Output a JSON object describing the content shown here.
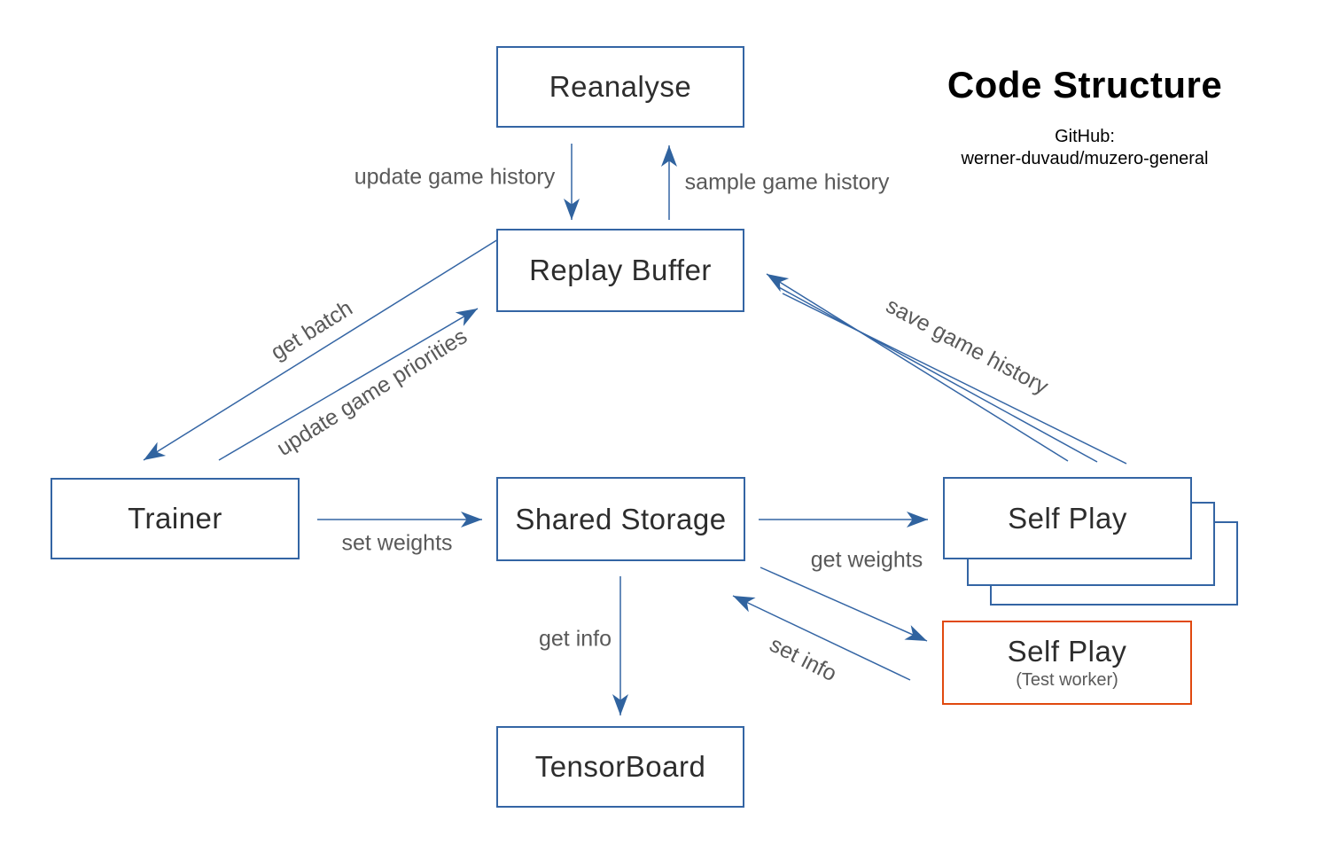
{
  "title": {
    "heading": "Code Structure",
    "subtitle_line1": "GitHub:",
    "subtitle_line2": "werner-duvaud/muzero-general"
  },
  "boxes": {
    "reanalyse": {
      "label": "Reanalyse"
    },
    "replay_buffer": {
      "label": "Replay Buffer"
    },
    "trainer": {
      "label": "Trainer"
    },
    "shared_storage": {
      "label": "Shared Storage"
    },
    "self_play": {
      "label": "Self Play"
    },
    "self_play_test": {
      "label": "Self Play",
      "sublabel": "(Test worker)"
    },
    "tensorboard": {
      "label": "TensorBoard"
    }
  },
  "edges": {
    "update_game_history": {
      "label": "update game history",
      "from": "Reanalyse",
      "to": "Replay Buffer"
    },
    "sample_game_history": {
      "label": "sample game history",
      "from": "Replay Buffer",
      "to": "Reanalyse"
    },
    "get_batch": {
      "label": "get batch",
      "from": "Replay Buffer",
      "to": "Trainer"
    },
    "update_game_priorities": {
      "label": "update game priorities",
      "from": "Trainer",
      "to": "Replay Buffer"
    },
    "set_weights": {
      "label": "set weights",
      "from": "Trainer",
      "to": "Shared Storage"
    },
    "get_weights": {
      "label": "get weights",
      "from": "Shared Storage",
      "to": "Self Play"
    },
    "get_info": {
      "label": "get info",
      "from": "Shared Storage",
      "to": "TensorBoard"
    },
    "set_info": {
      "label": "set info",
      "from": "Self Play (Test worker)",
      "to": "Shared Storage"
    },
    "save_game_history": {
      "label": "save game history",
      "from": "Self Play",
      "to": "Replay Buffer"
    }
  },
  "colors": {
    "accent_blue": "#3465a4",
    "arrowhead_blue": "#30639f",
    "test_worker_orange": "#e0490f",
    "box_text": "#2d2d2d",
    "edge_label_text": "#595959",
    "title_text": "#000000"
  }
}
